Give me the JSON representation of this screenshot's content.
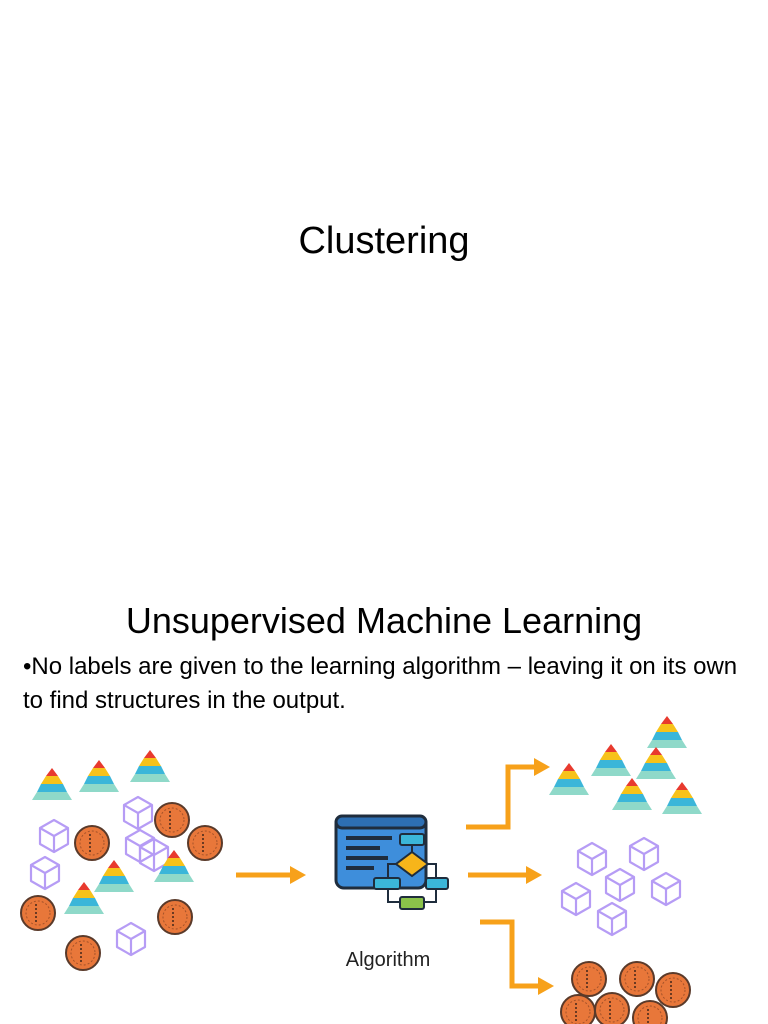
{
  "slide1": {
    "title": "Clustering"
  },
  "slide2": {
    "title": "Unsupervised Machine Learning",
    "bullet_marker": "•",
    "bullet": "No labels are given to the learning algorithm – leaving it on its own to find structures in the output.",
    "algorithm_label": "Algorithm"
  },
  "colors": {
    "arrow": "#F7A11A",
    "coin": "#E8773A",
    "cube": "#B69CF5",
    "pyramid_top": "#E83A2E",
    "pyramid_mid": "#F7C21A",
    "pyramid_low": "#3BB6D9",
    "pyramid_base": "#8FD9C9",
    "monitor": "#3E8EDB",
    "flow": "#F7B51A"
  },
  "icons": [
    "pyramid-icon",
    "cube-icon",
    "coin-icon",
    "algorithm-icon",
    "arrow-icon"
  ]
}
